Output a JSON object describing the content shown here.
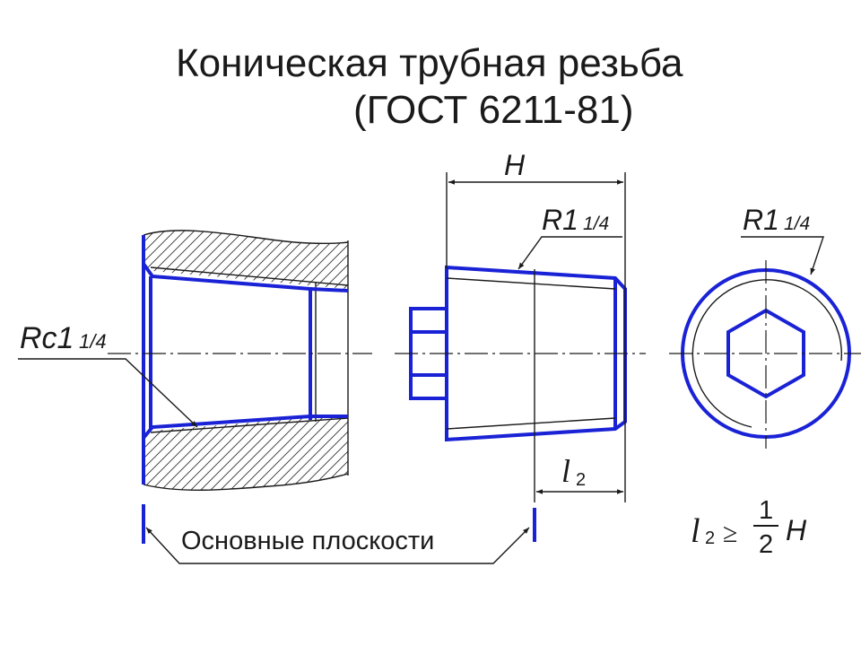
{
  "title": {
    "line1": "Коническая трубная резьба",
    "line2": "(ГОСТ 6211-81)"
  },
  "labels": {
    "internal_thread": {
      "main": "Rc1",
      "frac": "1/4"
    },
    "external_thread": {
      "main": "R1",
      "frac": "1/4"
    },
    "end_view_thread": {
      "main": "R1",
      "frac": "1/4"
    },
    "dim_h": "H",
    "dim_l2": {
      "main": "l",
      "sub": "2"
    },
    "basic_planes": "Основные плоскости"
  },
  "formula": {
    "lhs": {
      "main": "l",
      "sub": "2"
    },
    "relation": "≥",
    "numerator": "1",
    "denominator": "2",
    "rhs": "H"
  },
  "colors": {
    "contour": "#1a22d6",
    "lines": "#1a1a1a",
    "background": "#ffffff"
  }
}
